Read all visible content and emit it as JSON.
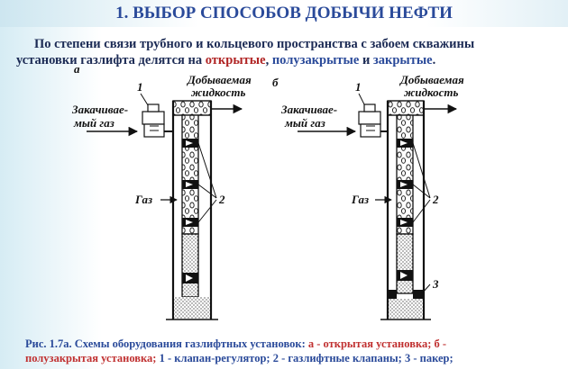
{
  "title": "1. ВЫБОР СПОСОБОВ ДОБЫЧИ НЕФТИ",
  "intro": {
    "line1": "По степени связи трубного и кольцевого пространства с забоем скважины",
    "line2_pre": "установки газлифта делятся на ",
    "open": "открытые",
    "sep1": ", ",
    "semi": "полузакрытые",
    "and": " и ",
    "closed": "закрытые",
    "end": "."
  },
  "diagram": {
    "a": {
      "letter": "а",
      "label_1": "1",
      "gas_in_1": "Закачивае-",
      "gas_in_2": "мый газ",
      "fluid_1": "Добываемая",
      "fluid_2": "жидкость",
      "gas": "Газ",
      "label_2": "2"
    },
    "b": {
      "letter": "б",
      "label_1": "1",
      "gas_in_1": "Закачивае-",
      "gas_in_2": "мый газ",
      "fluid_1": "Добываемая",
      "fluid_2": "жидкость",
      "gas": "Газ",
      "label_2": "2",
      "label_3": "3"
    }
  },
  "caption": {
    "p1": "Рис. 1.7а. Схемы оборудования газлифтных установок: ",
    "p2": "а - открытая установка; б -",
    "p3": "полузакрытая установка;",
    "p4": "  1 - клапан-регулятор; 2 - газлифтные клапаны;  3 - пакер;"
  },
  "colors": {
    "title": "#2a4a9a",
    "highlight": "#b02424",
    "text": "#1c2b55"
  }
}
